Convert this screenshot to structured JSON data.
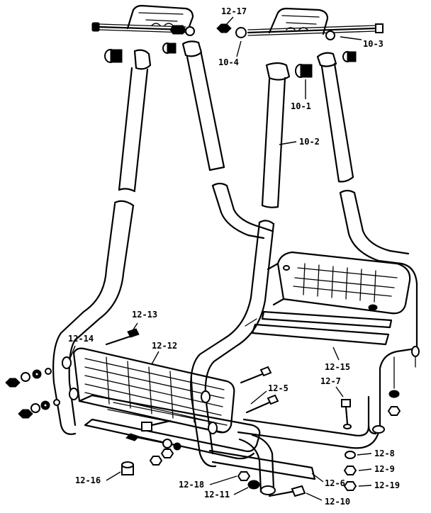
{
  "callouts": {
    "c12_17": "12-17",
    "c10_3": "10-3",
    "c10_4": "10-4",
    "c10_1": "10-1",
    "c10_2": "10-2",
    "c12_13": "12-13",
    "c12_14": "12-14",
    "c12_12": "12-12",
    "c12_5": "12-5",
    "c12_7": "12-7",
    "c12_15": "12-15",
    "c12_8": "12-8",
    "c12_9": "12-9",
    "c12_19": "12-19",
    "c12_16": "12-16",
    "c12_18": "12-18",
    "c12_11": "12-11",
    "c12_6": "12-6",
    "c12_10": "12-10"
  }
}
